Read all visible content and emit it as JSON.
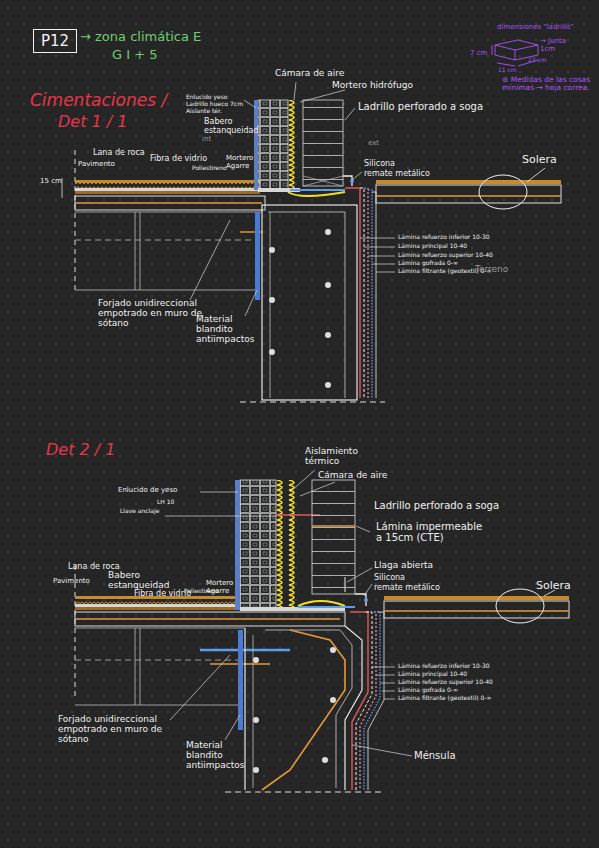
{
  "diagram": {
    "nodes": [
      {
        "text": [
          "P12"
        ]
      }
    ],
    "labels": [
      "→ zona climática E",
      "G I + 5",
      "dimensiones \"ladrillo\"",
      "→ Junta 1cm",
      "7 cm",
      "11 cm",
      "23 cm",
      "⊛ Medidas de las cosas mínimas → hoja correa.",
      "Cimentaciones /",
      "Det 1 / 1",
      "Cámara de aire",
      "Mortero hidrófugo",
      "Enlucido yeso",
      "Ladrillo hueco 7cm",
      "Aislante tér.",
      "Babero estanqueidad",
      "int",
      "Ladrillo perforado a soga",
      "ext",
      "Silicona",
      "remate metálico",
      "Solera",
      "Lana de roca",
      "Pavimento",
      "Fibra de vidrio",
      "Poliestireno",
      "Mortero Agarre",
      "15 cm",
      "Lámina refuerzo inferior 10-30",
      "Lámina principal 10-40",
      "Lámina refuerzo superior 10-40",
      "Lámina gofrada 0-∞",
      "Lámina filtrante (geotextil) 0-∞",
      "Terreno",
      "Forjado unidireccional empotrado en muro de sótano",
      "Material blandito antiimpactos",
      "Det 2 / 1",
      "Aislamiento térmico",
      "Cámara de aire",
      "Enlucido de yeso",
      "LH 10",
      "Llave anclaje",
      "Ladrillo perforado a soga",
      "Lámina impermeable a 15cm (CTE)",
      "Llaga abierta",
      "Silicona",
      "remate metálico",
      "Solera",
      "Lana de roca",
      "Pavimento",
      "Babero estanqueidad",
      "Fibra de vidrio",
      "Poliestireno",
      "Mortero Agarre",
      "Lámina refuerzo inferior 10-30",
      "Lámina principal 10-40",
      "Lámina refuerzo superior 10-40",
      "Lámina gofrada 0-∞",
      "Lámina filtrante (geotextil) 0-∞",
      "Ménsula",
      "Forjado unidireccional empotrado en muro de sótano",
      "Material blandito antiimpactos"
    ]
  }
}
